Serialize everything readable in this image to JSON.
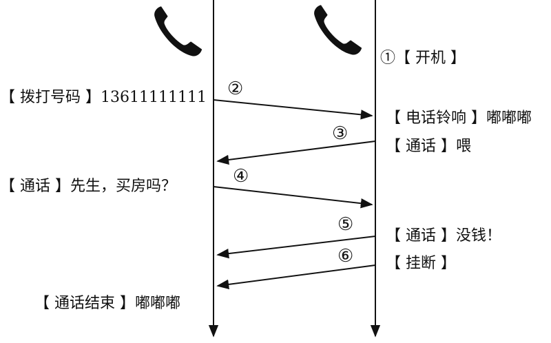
{
  "lifelines": {
    "caller": {
      "icon": "phone-handset-icon"
    },
    "callee": {
      "icon": "phone-handset-icon"
    }
  },
  "callee_start_label": "①【 开机 】",
  "messages": [
    {
      "step": "②",
      "label": "【 拨打号码 】13611111111",
      "direction": "caller-to-callee",
      "response": "【 电话铃响 】嘟嘟嘟"
    },
    {
      "step": "③",
      "label": "【 通话 】喂",
      "direction": "callee-to-caller"
    },
    {
      "step": "④",
      "label": "【 通话 】先生，买房吗？",
      "direction": "caller-to-callee"
    },
    {
      "step": "⑤",
      "label": "【 通话 】没钱！",
      "direction": "callee-to-caller"
    },
    {
      "step": "⑥",
      "label": "【 挂断 】",
      "direction": "callee-to-caller"
    }
  ],
  "end_label": "【 通话结束 】嘟嘟嘟",
  "colors": {
    "line": "#111111",
    "background": "#ffffff"
  }
}
